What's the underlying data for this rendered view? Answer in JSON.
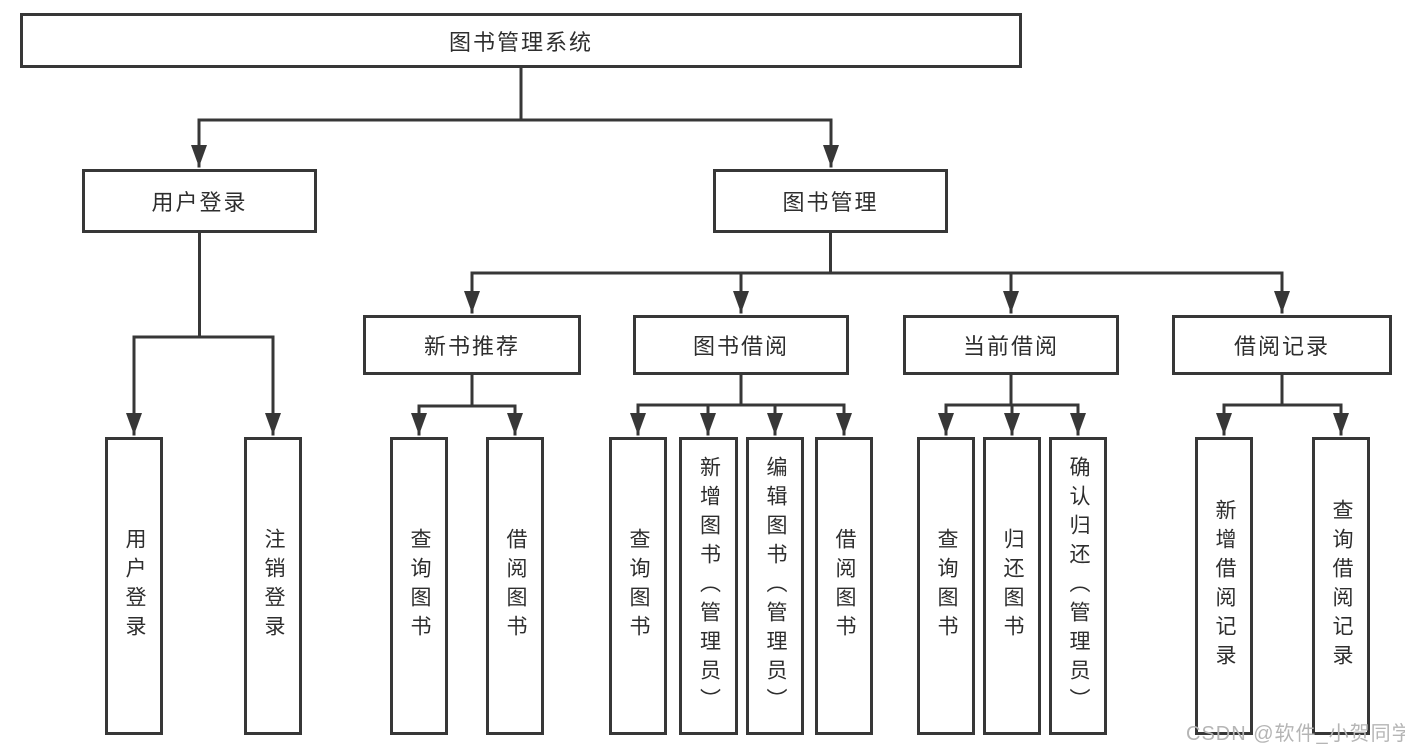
{
  "colors": {
    "line": "#373737",
    "text": "#2e2e2e",
    "watermark": "#b5b5b5",
    "background": "#ffffff"
  },
  "watermark": "CSDN @软件_小贺同学",
  "tree": {
    "root": {
      "label": "图书管理系统"
    },
    "level2": [
      {
        "label": "用户登录"
      },
      {
        "label": "图书管理"
      }
    ],
    "level3": [
      {
        "label": "新书推荐",
        "parent": "图书管理"
      },
      {
        "label": "图书借阅",
        "parent": "图书管理"
      },
      {
        "label": "当前借阅",
        "parent": "图书管理"
      },
      {
        "label": "借阅记录",
        "parent": "图书管理"
      }
    ],
    "level4": [
      {
        "label": "用户登录",
        "parent": "用户登录"
      },
      {
        "label": "注销登录",
        "parent": "用户登录"
      },
      {
        "label": "查询图书",
        "parent": "新书推荐"
      },
      {
        "label": "借阅图书",
        "parent": "新书推荐"
      },
      {
        "label": "查询图书",
        "parent": "图书借阅"
      },
      {
        "label": "新增图书（管理员）",
        "parent": "图书借阅"
      },
      {
        "label": "编辑图书（管理员）",
        "parent": "图书借阅"
      },
      {
        "label": "借阅图书",
        "parent": "图书借阅"
      },
      {
        "label": "查询图书",
        "parent": "当前借阅"
      },
      {
        "label": "归还图书",
        "parent": "当前借阅"
      },
      {
        "label": "确认归还（管理员）",
        "parent": "当前借阅"
      },
      {
        "label": "新增借阅记录",
        "parent": "借阅记录"
      },
      {
        "label": "查询借阅记录",
        "parent": "借阅记录"
      }
    ]
  }
}
